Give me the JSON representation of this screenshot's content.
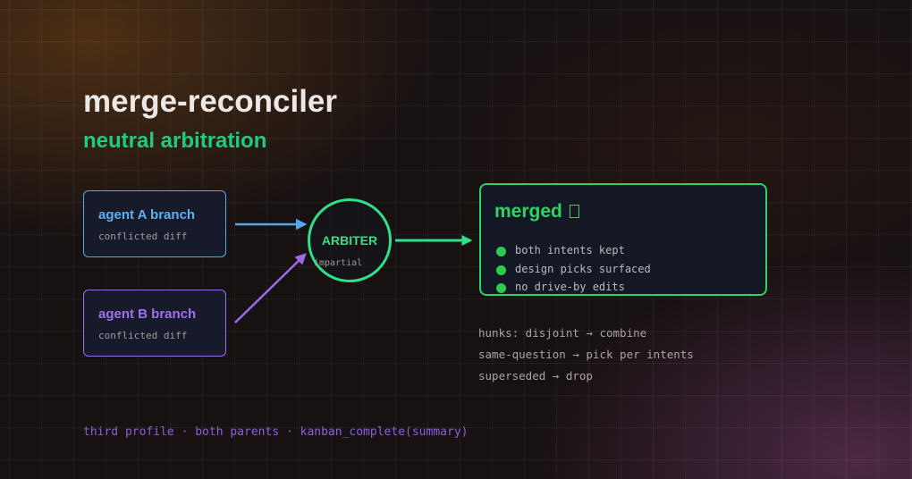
{
  "title": "merge-reconciler",
  "subtitle": "neutral arbitration",
  "agents": [
    {
      "name": "agent A branch",
      "sub": "conflicted diff",
      "color": "#5eaff0"
    },
    {
      "name": "agent B branch",
      "sub": "conflicted diff",
      "color": "#a070ee"
    }
  ],
  "arbiter": {
    "label": "ARBITER",
    "sub": "impartial",
    "color": "#2ee08a"
  },
  "merged": {
    "title": "merged",
    "icon": "document-icon",
    "color": "#2ed366",
    "items": [
      "both intents kept",
      "design picks surfaced",
      "no drive-by edits"
    ]
  },
  "rules": [
    "hunks: disjoint → combine",
    "same-question → pick per intents",
    "superseded → drop"
  ],
  "footer": "third profile · both parents · kanban_complete(summary)"
}
